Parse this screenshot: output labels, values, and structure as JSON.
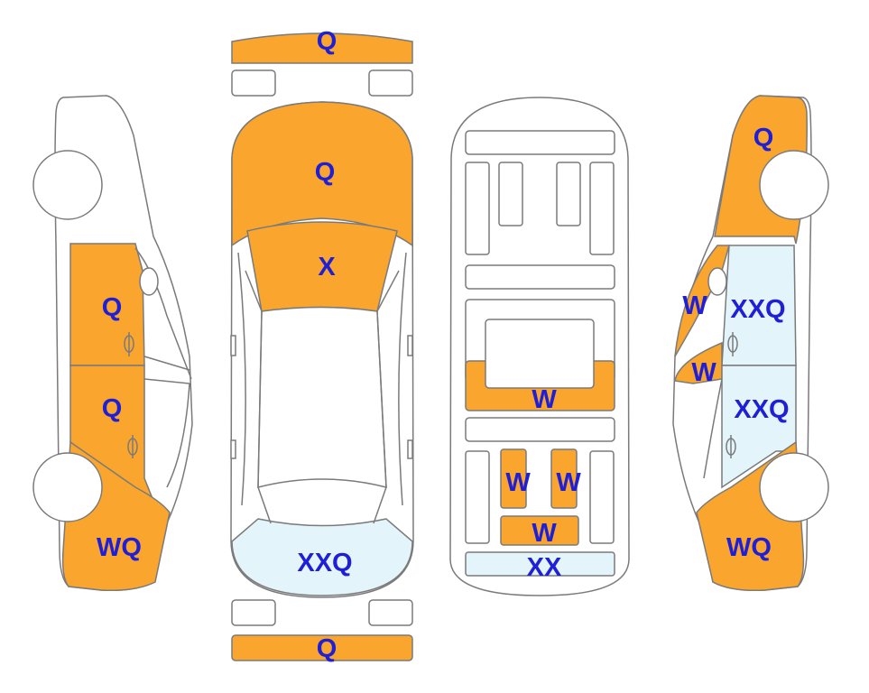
{
  "colors": {
    "damage_orange": "#f9a52e",
    "light_blue": "#e3f5fb",
    "outline": "#7a7a7a",
    "label_blue": "#1f1fd6",
    "white": "#ffffff"
  },
  "labels": {
    "front_bumper": "Q",
    "hood": "Q",
    "windshield": "X",
    "rear_window": "XXQ",
    "rear_bumper": "Q",
    "left_front_door": "Q",
    "left_rear_door": "Q",
    "left_quarter": "WQ",
    "interior_front_row": "W",
    "interior_seat_left": "W",
    "interior_seat_right": "W",
    "interior_rear_seat": "W",
    "interior_trunk": "XX",
    "right_front_fender": "Q",
    "right_a_pillar_upper": "W",
    "right_front_window": "XXQ",
    "right_a_pillar_lower": "W",
    "right_rear_window": "XXQ",
    "right_quarter": "WQ"
  }
}
